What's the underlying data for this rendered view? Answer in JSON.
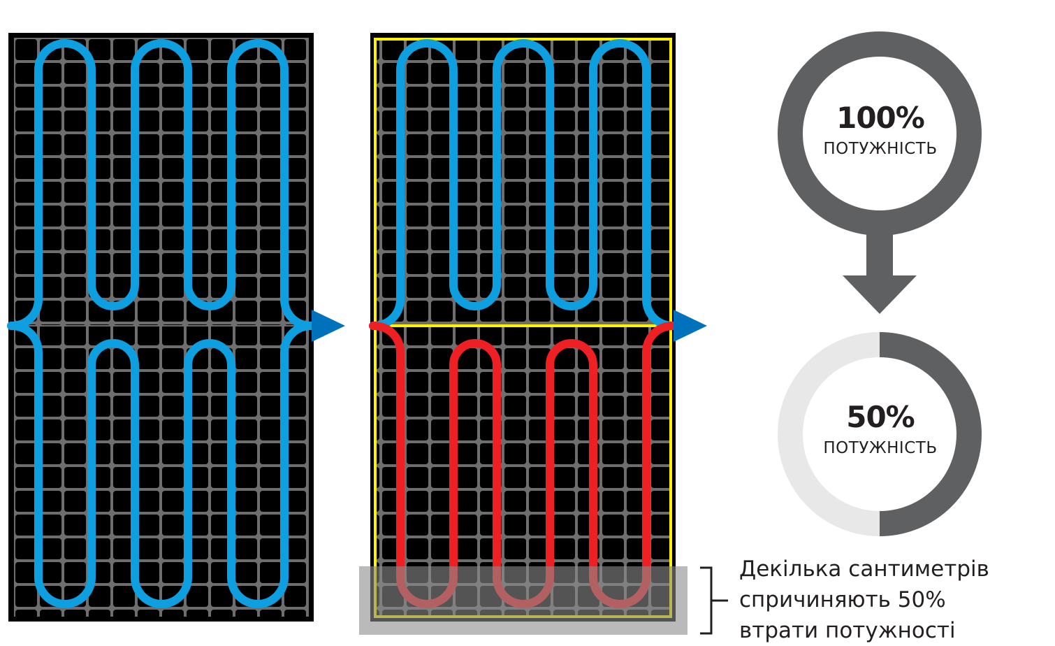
{
  "gauge_full": {
    "percent": "100%",
    "label": "ПОТУЖНІСТЬ",
    "fill_fraction": 1.0
  },
  "gauge_half": {
    "percent": "50%",
    "label": "ПОТУЖНІСТЬ",
    "fill_fraction": 0.5
  },
  "note": {
    "lines": [
      "Декілька сантиметрів",
      "спричиняють 50%",
      "втрати потужності"
    ]
  },
  "colors": {
    "panel": "#000000",
    "cell_gap": "#6e6e6e",
    "string_ok": "#0e9fe0",
    "string_lost": "#ee2024",
    "half_cut_outline": "#fff200",
    "output_arrow": "#0072bc",
    "gauge_dark": "#5f6062",
    "gauge_light": "#e8e8e8",
    "shade": "#8c8c8c"
  },
  "icons": {
    "output": "triangle-arrow-right-icon",
    "flow": "down-arrow-icon",
    "bracket": "bracket-icon"
  }
}
